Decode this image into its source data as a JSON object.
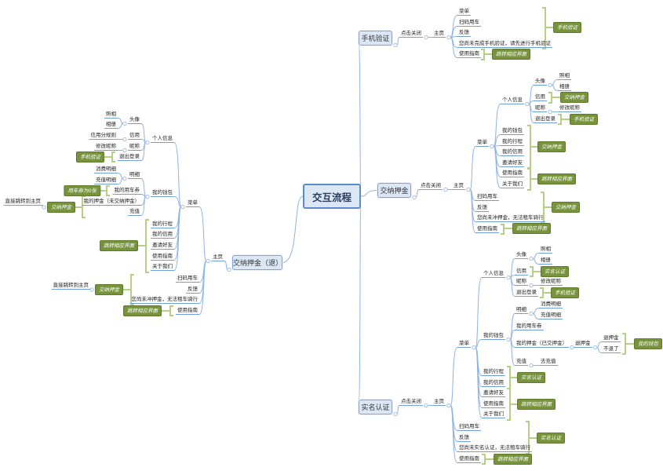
{
  "root": "交互流程",
  "phone": {
    "title": "手机验证",
    "close": "点击关闭",
    "home": "主页",
    "items": [
      "菜单",
      "扫码用车",
      "反馈",
      "您尚未完成手机验证，请先进行手机验证",
      "使用指南"
    ],
    "tags": [
      "手机验证",
      "跳转相应界面"
    ]
  },
  "deposit": {
    "title": "交纳押金",
    "close": "点击关闭",
    "home": "主页",
    "items": [
      "菜单",
      "扫码用车",
      "反馈",
      "您尚未冲押金，无法租车骑行",
      "使用指南"
    ],
    "menu": [
      "个人信息",
      "我的钱包",
      "我的行程",
      "我的信用",
      "邀请好友",
      "使用指南",
      "关于我们"
    ],
    "profile": [
      "头像",
      "信用",
      "昵称",
      "退出登录"
    ],
    "avatar": [
      "照相",
      "相册"
    ],
    "nickname": "修改昵称",
    "tags": [
      "交纳押金",
      "手机验证",
      "交纳押金",
      "跳转相应界面",
      "交纳押金",
      "跳转相应界面"
    ]
  },
  "realname": {
    "title": "实名认证",
    "close": "点击关闭",
    "home": "主页",
    "items": [
      "菜单",
      "扫码用车",
      "反馈",
      "您尚未实名认证，无法租车骑行",
      "使用指南"
    ],
    "menu": [
      "个人信息",
      "我的钱包",
      "我的行程",
      "我的信用",
      "邀请好友",
      "使用指南",
      "关于我们"
    ],
    "profile": [
      "头像",
      "信用",
      "昵称",
      "退出登录"
    ],
    "avatar": [
      "照相",
      "相册"
    ],
    "nickname": "修改昵称",
    "wallet": [
      "明细",
      "我的用车券",
      "我的押金（已交押金）",
      "充值"
    ],
    "details": [
      "消费明细",
      "充值明细"
    ],
    "refund": "退押金",
    "refund_opts": [
      "退押金",
      "不退了"
    ],
    "recharge": "去充值",
    "tags": [
      "实名认证",
      "手机验证",
      "我的钱包",
      "实名认证",
      "跳转相应界面",
      "实名认证",
      "跳转相应界面"
    ]
  },
  "refund": {
    "title": "交纳押金（退）",
    "home": "主页",
    "items": [
      "菜单",
      "扫码用车",
      "反馈",
      "您尚未冲押金，无法租车骑行",
      "使用指南"
    ],
    "menu": [
      "个人信息",
      "我的钱包",
      "我的行程",
      "我的信用",
      "邀请好友",
      "使用指南",
      "关于我们"
    ],
    "profile": [
      "头像",
      "信用",
      "昵称",
      "退出登录"
    ],
    "avatar": [
      "照相",
      "相册"
    ],
    "credit_rule": "信用分规则",
    "nickname": "修改昵称",
    "wallet": [
      "明细",
      "我的用车券",
      "我的押金（未交纳押金）",
      "充值"
    ],
    "details": [
      "消费明细",
      "充值明细"
    ],
    "direct_home": [
      "直接跳转到主页",
      "直接跳转到主页"
    ],
    "tags": [
      "手机验证",
      "用车券为0张",
      "交纳押金",
      "跳转相应界面",
      "交纳押金",
      "跳转相应界面"
    ]
  }
}
